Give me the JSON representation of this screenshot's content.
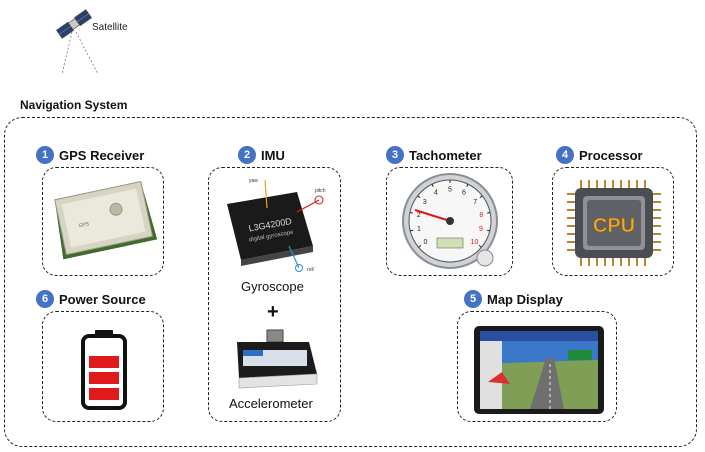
{
  "satellite": {
    "label": "Satellite",
    "icon": "satellite-icon"
  },
  "system_title": "Navigation System",
  "components": [
    {
      "number": "1",
      "title": "GPS Receiver",
      "icon": "gps-receiver-icon",
      "chip_text": "GPS"
    },
    {
      "number": "2",
      "title": "IMU",
      "icon": "imu-icon",
      "gyro_chip_text": "L3G4200D",
      "gyro_chip_subtext": "digital gyroscope",
      "axis_labels": [
        "yaw",
        "pitch",
        "roll"
      ],
      "sub_items": [
        "Gyroscope",
        "Accelerometer"
      ],
      "plus": "+"
    },
    {
      "number": "3",
      "title": "Tachometer",
      "icon": "tachometer-icon",
      "dial_numbers": [
        "0",
        "1",
        "2",
        "3",
        "4",
        "5",
        "6",
        "7",
        "8",
        "9",
        "10"
      ]
    },
    {
      "number": "4",
      "title": "Processor",
      "icon": "cpu-icon",
      "chip_text": "CPU"
    },
    {
      "number": "5",
      "title": "Map Display",
      "icon": "gps-display-icon"
    },
    {
      "number": "6",
      "title": "Power Source",
      "icon": "battery-icon"
    }
  ],
  "colors": {
    "badge": "#4472c4",
    "battery_red": "#e11b1b",
    "cpu_gold": "#e8a83a"
  }
}
